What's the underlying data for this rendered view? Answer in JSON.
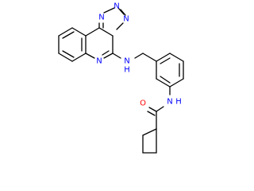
{
  "colors": {
    "bond": "#000000",
    "nitrogen": "#0000ff",
    "oxygen": "#ff0000",
    "background": "#ffffff"
  },
  "atoms": {
    "n_triazole_top": {
      "text": "N",
      "element": "nitrogen"
    },
    "n_triazole_bridge": {
      "text": "N",
      "element": "nitrogen"
    },
    "n_triazole_left": {
      "text": "N",
      "element": "nitrogen"
    },
    "n_quinazoline": {
      "text": "N",
      "element": "nitrogen"
    },
    "n_amine": {
      "text": "N",
      "element": "nitrogen"
    },
    "h_amine": {
      "text": "H",
      "element": "nitrogen"
    },
    "n_amide": {
      "text": "N",
      "element": "nitrogen"
    },
    "h_amide": {
      "text": "H",
      "element": "nitrogen"
    },
    "o_carbonyl": {
      "text": "O",
      "element": "oxygen"
    }
  }
}
